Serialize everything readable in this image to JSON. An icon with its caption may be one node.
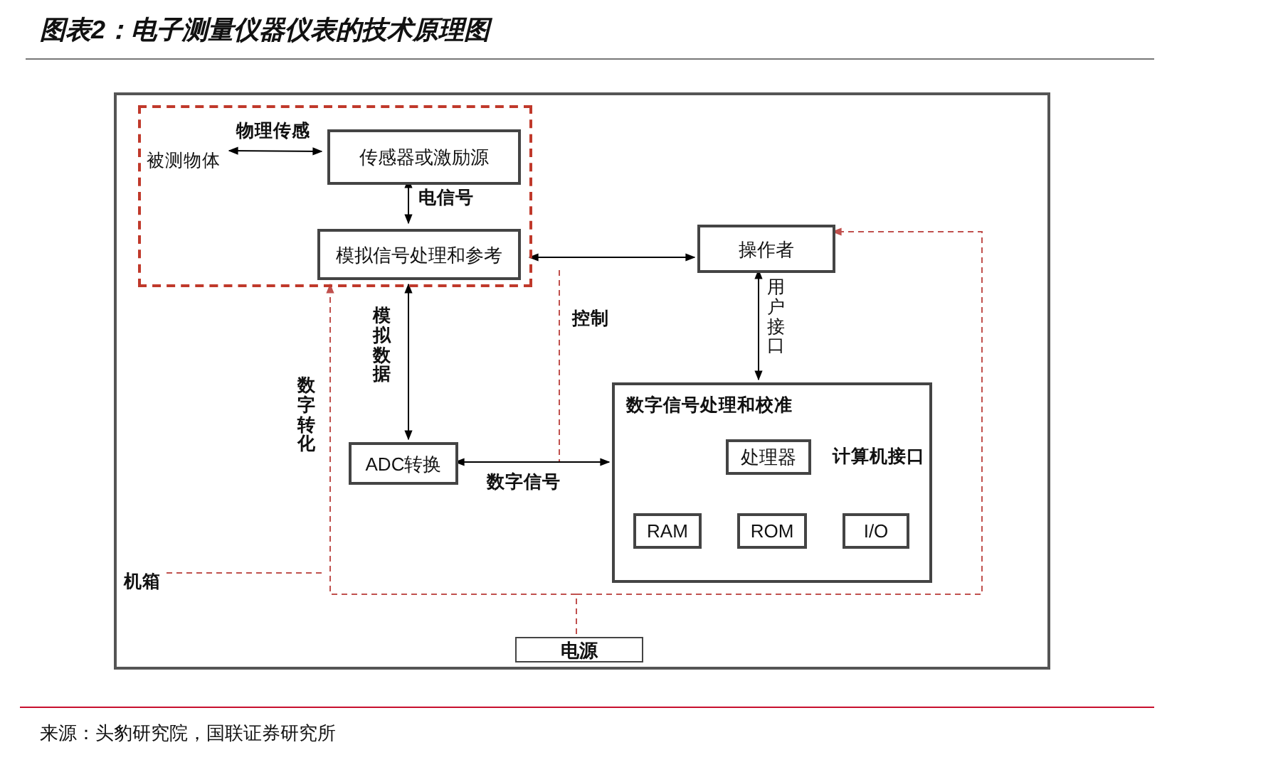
{
  "diagram": {
    "title": "图表2：电子测量仪器仪表的技术原理图",
    "caption": "来源：头豹研究院，国联证券研究所",
    "nodes": [
      {
        "text": [],
        "shape": "box"
      },
      {
        "text": [],
        "shape": "box",
        "in": 0
      },
      {
        "text": [
          "被测物体"
        ],
        "in": 1
      },
      {
        "text": [
          "传感器或激励源"
        ],
        "in": 1
      },
      {
        "text": [
          "模拟信号处理和参考"
        ],
        "in": 1
      },
      {
        "text": [
          "操作者"
        ],
        "in": 0
      },
      {
        "text": [
          "ADC转换"
        ],
        "in": 0
      },
      {
        "text": [
          "数字信号处理和校准",
          "计算机接口"
        ],
        "in": 0
      },
      {
        "text": [
          "处理器"
        ],
        "in": 7
      },
      {
        "text": [
          "RAM"
        ],
        "in": 7
      },
      {
        "text": [
          "ROM"
        ],
        "in": 7
      },
      {
        "text": [
          "I/O"
        ],
        "in": 7
      },
      {
        "text": [
          "电源"
        ],
        "in": 0
      },
      {
        "text": [
          "机箱"
        ],
        "in": 0
      }
    ],
    "edges": [
      {
        "from": 2,
        "to": 3,
        "arrow": "both",
        "label": "物理传感"
      },
      {
        "from": 3,
        "to": 4,
        "arrow": "both",
        "label": "电信号"
      },
      {
        "from": 1,
        "to": 5,
        "arrow": "both"
      },
      {
        "from": 5,
        "to": 7,
        "arrow": "both",
        "label": "用户接口"
      },
      {
        "from": 1,
        "to": 6,
        "arrow": "both",
        "label": "模拟数据"
      },
      {
        "from": 6,
        "to": 7,
        "arrow": "both",
        "label": "数字信号"
      },
      {
        "from": 12,
        "to": 1,
        "arrow": "to",
        "style": "dashed",
        "color": "#c0504d",
        "label": "数字转化"
      },
      {
        "from": 12,
        "to": 5,
        "arrow": "to",
        "style": "dashed",
        "color": "#c0504d"
      },
      {
        "from": 13,
        "to": null,
        "arrow": "none",
        "style": "dashed",
        "color": "#c0504d"
      }
    ],
    "labels": [
      "控制"
    ]
  }
}
